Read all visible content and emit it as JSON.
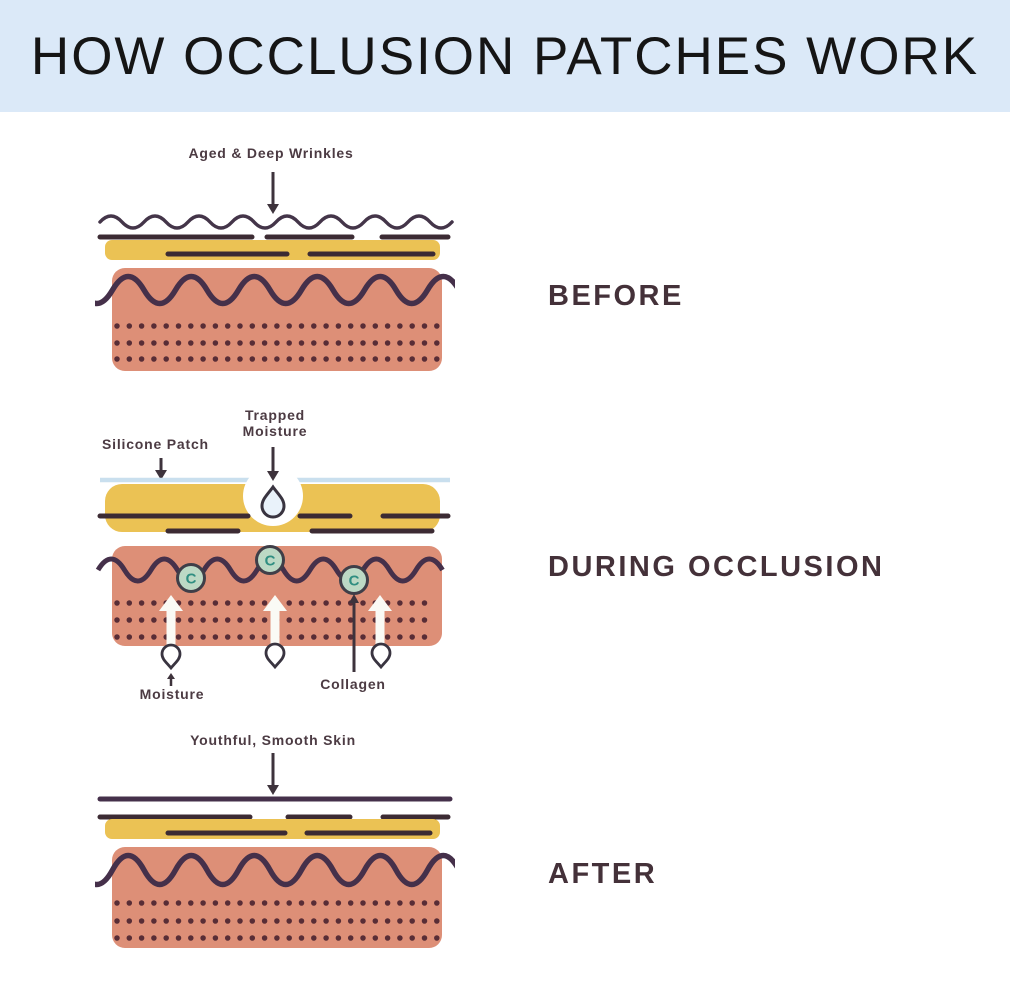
{
  "header": {
    "title": "HOW OCCLUSION PATCHES WORK"
  },
  "sections": {
    "before": {
      "label": "BEFORE",
      "annotation": "Aged & Deep Wrinkles"
    },
    "during": {
      "label": "DURING OCCLUSION",
      "silicone_patch": "Silicone Patch",
      "trapped_moisture": "Trapped\nMoisture",
      "moisture": "Moisture",
      "collagen": "Collagen",
      "collagen_symbol": "C"
    },
    "after": {
      "label": "AFTER",
      "annotation": "Youthful, Smooth Skin"
    }
  },
  "palette": {
    "header_bg": "#dbe9f8",
    "title_color": "#151515",
    "skin_pink": "#dd8f77",
    "patch_yellow": "#ebc254",
    "silicone_blue": "#c9dfee",
    "wave_dark": "#45304a",
    "dash_dark": "#3c2b33",
    "dot_dark": "#582d36",
    "label_dark": "#4c3b43",
    "stage_label_dark": "#443139",
    "collagen_circle_fill": "#bcd9c5",
    "collagen_letter": "#2f8e81",
    "droplet_fill": "#e9f2fa",
    "arrow_white": "#fafaf5"
  }
}
